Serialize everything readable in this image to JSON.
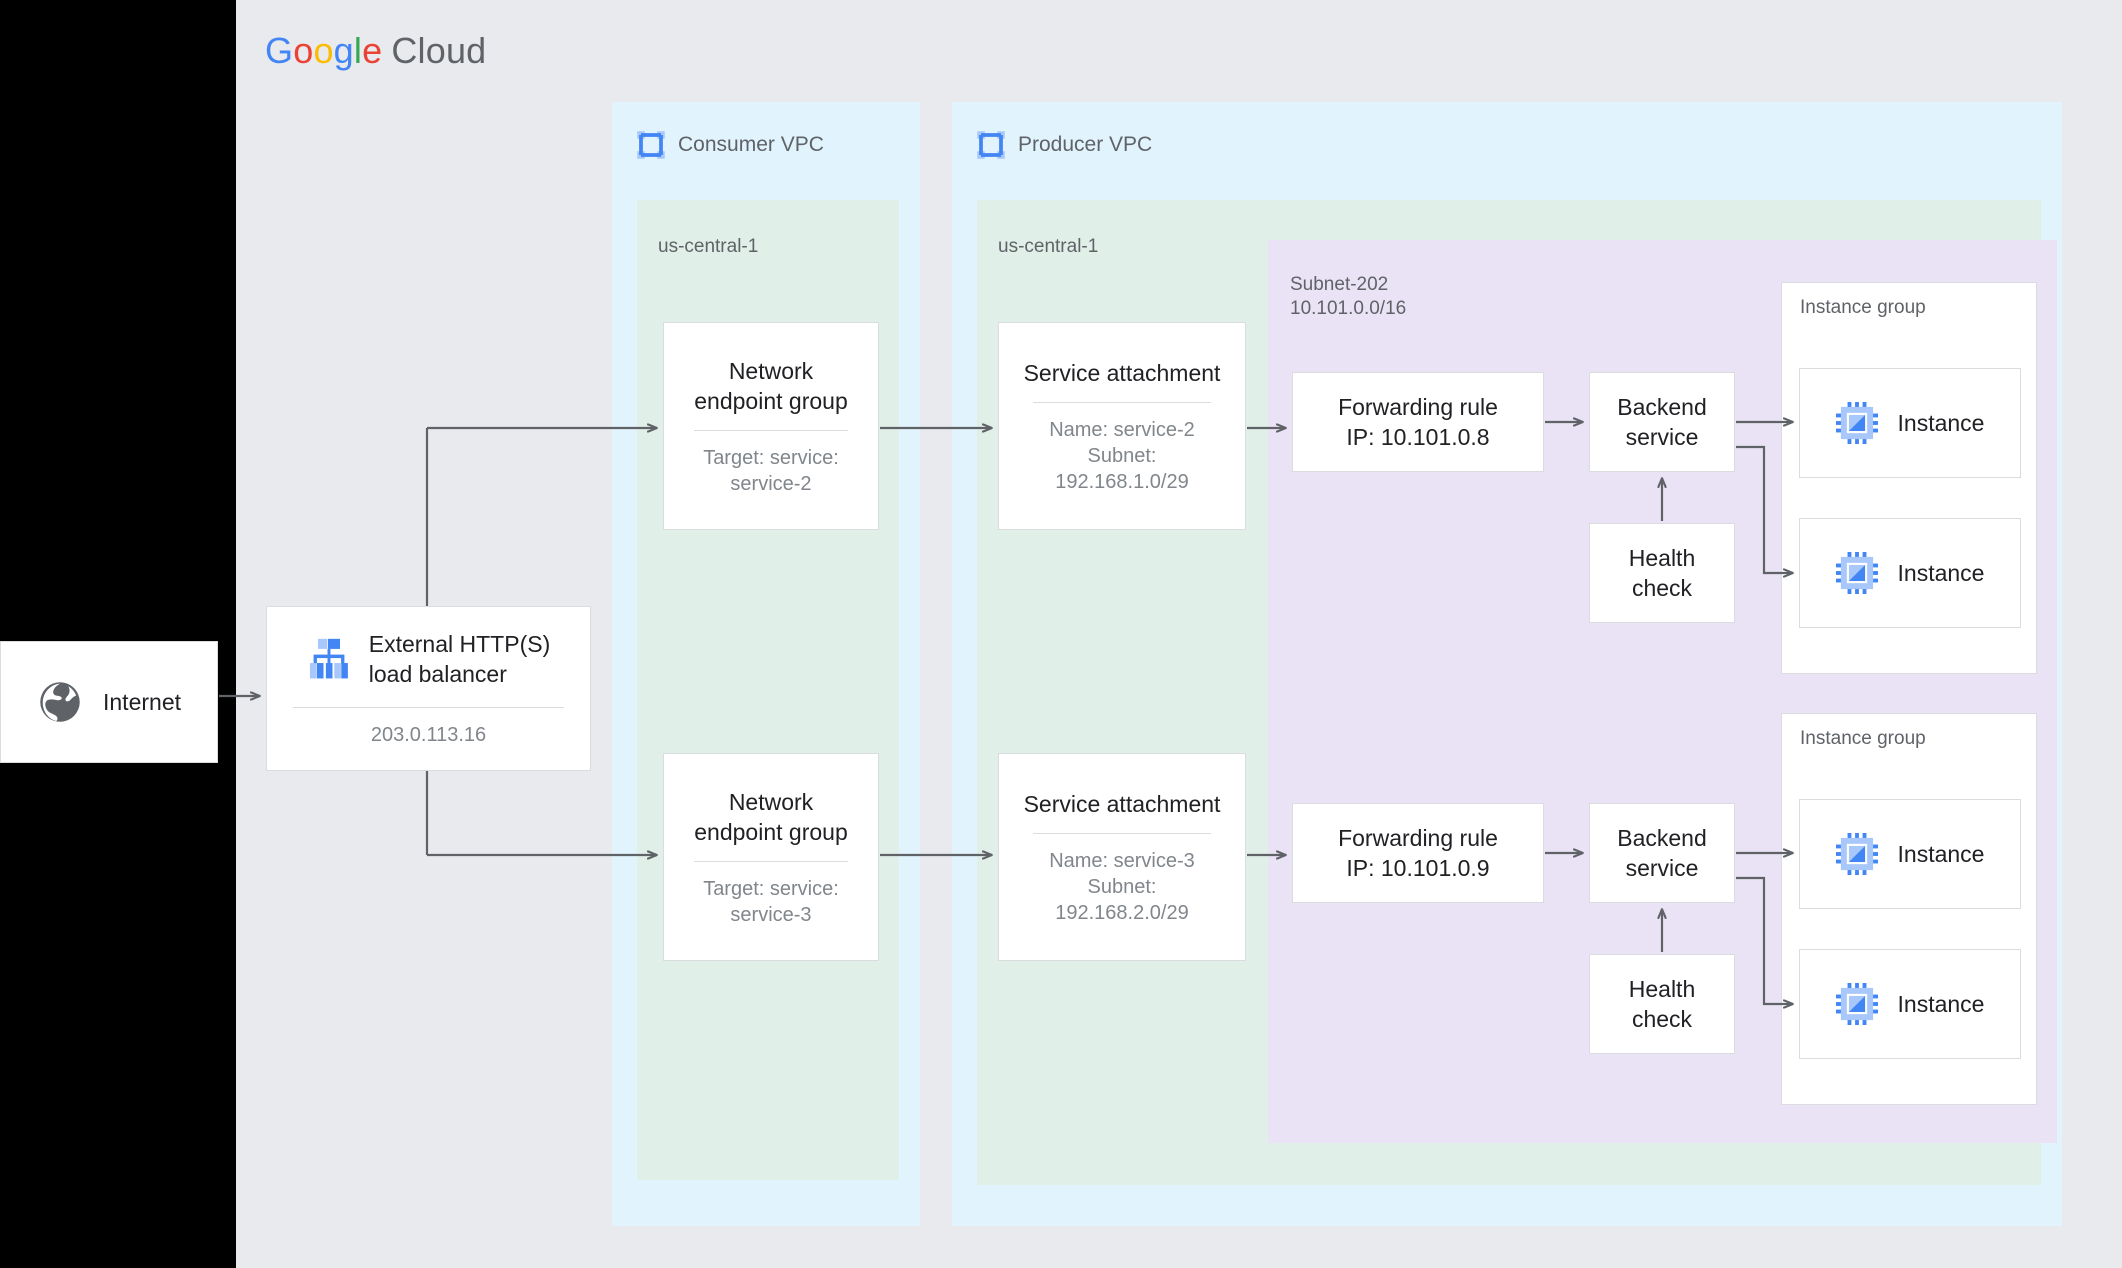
{
  "brand": {
    "logo_g1": "G",
    "logo_o1": "o",
    "logo_o2": "o",
    "logo_g2": "g",
    "logo_l": "l",
    "logo_e": "e",
    "logo_cloud": "Cloud",
    "colors": {
      "blue": "#4285f4",
      "red": "#ea4335",
      "yellow": "#fbbc04",
      "green": "#34a853",
      "gray_text": "#5f6368",
      "vpc_bg": "#e1f3fd",
      "region_bg": "#e0efe7",
      "subnet_bg": "#eae3f5",
      "canvas_bg": "#e8eaed",
      "card_bg": "#ffffff",
      "card_border": "#dadce0",
      "wire": "#5f6368",
      "icon_blue": "#4285f4",
      "icon_blue_light": "#a8c7fa"
    }
  },
  "external": {
    "internet": {
      "label": "Internet",
      "icon": "globe-icon"
    },
    "load_balancer": {
      "title": "External HTTP(S)\nload balancer",
      "ip": "203.0.113.16",
      "icon": "load-balancer-icon"
    }
  },
  "consumer_vpc": {
    "title": "Consumer VPC",
    "icon": "vpc-icon",
    "region": "us-central-1",
    "negs": [
      {
        "title": "Network\nendpoint group",
        "sub": "Target: service:\nservice-2"
      },
      {
        "title": "Network\nendpoint group",
        "sub": "Target: service:\nservice-3"
      }
    ]
  },
  "producer_vpc": {
    "title": "Producer VPC",
    "icon": "vpc-icon",
    "region": "us-central-1",
    "service_attachments": [
      {
        "title": "Service attachment",
        "sub": "Name: service-2\nSubnet:\n192.168.1.0/29"
      },
      {
        "title": "Service attachment",
        "sub": "Name: service-3\nSubnet:\n192.168.2.0/29"
      }
    ],
    "subnet": {
      "name": "Subnet-202",
      "cidr": "10.101.0.0/16",
      "label": "Subnet-202\n10.101.0.0/16"
    },
    "stacks": [
      {
        "forwarding_rule": "Forwarding rule\nIP: 10.101.0.8",
        "backend_service": "Backend\nservice",
        "health_check": "Health\ncheck",
        "instance_group": {
          "label": "Instance group",
          "instances": [
            {
              "label": "Instance",
              "icon": "cpu-chip-icon"
            },
            {
              "label": "Instance",
              "icon": "cpu-chip-icon"
            }
          ]
        }
      },
      {
        "forwarding_rule": "Forwarding rule\nIP: 10.101.0.9",
        "backend_service": "Backend\nservice",
        "health_check": "Health\ncheck",
        "instance_group": {
          "label": "Instance group",
          "instances": [
            {
              "label": "Instance",
              "icon": "cpu-chip-icon"
            },
            {
              "label": "Instance",
              "icon": "cpu-chip-icon"
            }
          ]
        }
      }
    ]
  }
}
